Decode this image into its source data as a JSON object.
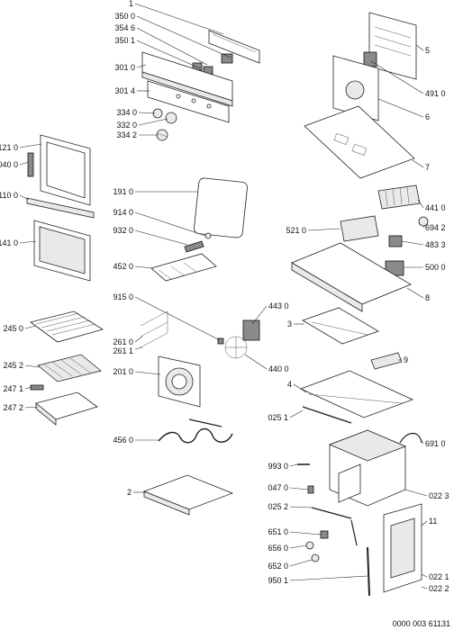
{
  "diagram": {
    "labels": {
      "l1": "1",
      "l3500": "350 0",
      "l3546": "354 6",
      "l3501": "350 1",
      "l3010": "301 0",
      "l3014": "301 4",
      "l3340": "334 0",
      "l3320": "332 0",
      "l3342": "334 2",
      "l1210": "121 0",
      "l0400": "040 0",
      "l1100": "110 0",
      "l1410": "141 0",
      "l1910": "191 0",
      "l9140": "914 0",
      "l9320": "932 0",
      "l4520": "452 0",
      "l9150": "915 0",
      "l2450": "245 0",
      "l2452": "245 2",
      "l2471": "247 1",
      "l2472": "247 2",
      "l2610": "261 0",
      "l2611": "261 1",
      "l2010": "201 0",
      "l4560": "456 0",
      "l2": "2",
      "l5": "5",
      "l4910": "491 0",
      "l6": "6",
      "l7": "7",
      "l4410": "441 0",
      "l6942": "694 2",
      "l5210": "521 0",
      "l4833": "483 3",
      "l5000": "500 0",
      "l8": "8",
      "l4430": "443 0",
      "l3": "3",
      "l4400": "440 0",
      "l9": "9",
      "l4": "4",
      "l0251": "025 1",
      "l6910": "691 0",
      "l9930": "993 0",
      "l0470": "047 0",
      "l0223": "022 3",
      "l0252": "025 2",
      "l11": "11",
      "l6510": "651 0",
      "l6560": "656 0",
      "l6520": "652 0",
      "l9510": "950 1",
      "l0221": "022 1",
      "l0222": "022 2"
    },
    "footer_ref": "0000 003 61131"
  }
}
